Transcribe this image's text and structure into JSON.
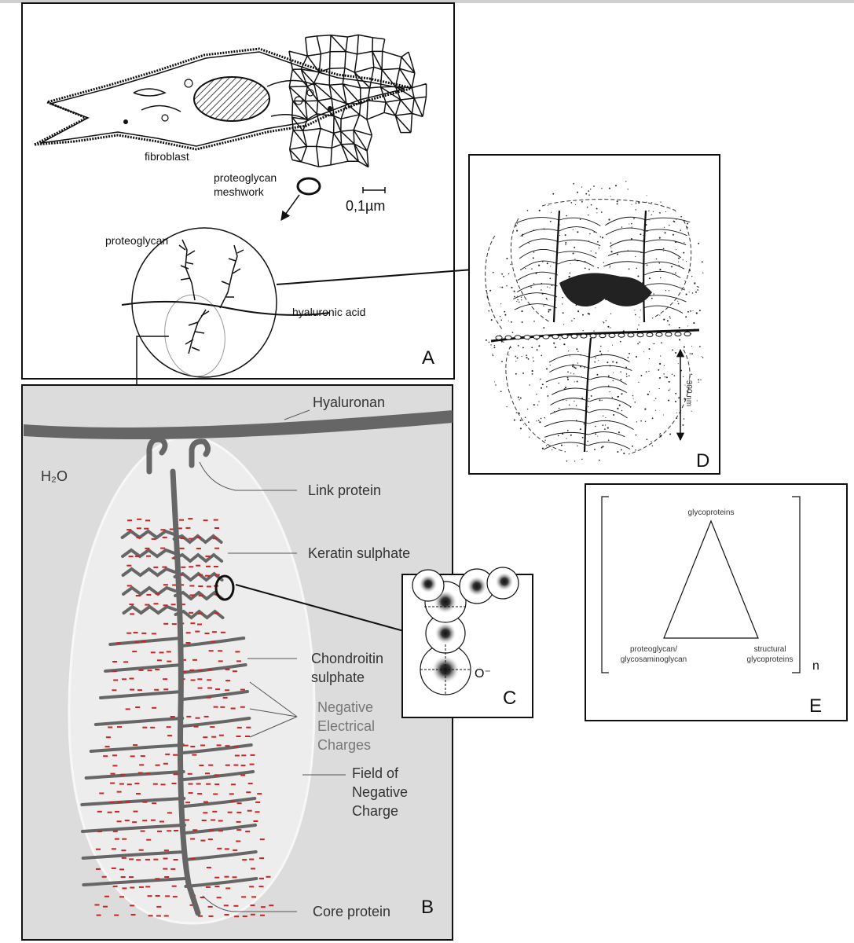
{
  "panels": {
    "a": {
      "letter": "A",
      "labels": {
        "fibroblast": "fibroblast",
        "proteoglycan_meshwork_1": "proteoglycan",
        "proteoglycan_meshwork_2": "meshwork",
        "scale": "0,1µm",
        "proteoglycan": "proteoglycan",
        "hyaluronic_acid": "hyaluronic acid"
      }
    },
    "b": {
      "letter": "B",
      "labels": {
        "hyaluronan": "Hyaluronan",
        "h2o": "H₂O",
        "link_protein": "Link protein",
        "keratin_sulphate": "Keratin sulphate",
        "chondroitin_1": "Chondroitin",
        "chondroitin_2": "sulphate",
        "negative_1": "Negative",
        "negative_2": "Electrical",
        "negative_3": "Charges",
        "field_1": "Field of",
        "field_2": "Negative",
        "field_3": "Charge",
        "core_protein": "Core protein"
      },
      "colors": {
        "background": "#dcdcdc",
        "field": "#ececec",
        "chain": "#666666",
        "charge": "#cc2222"
      }
    },
    "c": {
      "letter": "C",
      "labels": {
        "ion": "O⁻"
      }
    },
    "d": {
      "letter": "D",
      "labels": {
        "scale": "~300 nm"
      }
    },
    "e": {
      "letter": "E",
      "labels": {
        "glycoproteins": "glycoproteins",
        "left_1": "proteoglycan/",
        "left_2": "glycosaminoglycan",
        "right_1": "structural",
        "right_2": "glycoproteins",
        "n": "n"
      }
    }
  }
}
